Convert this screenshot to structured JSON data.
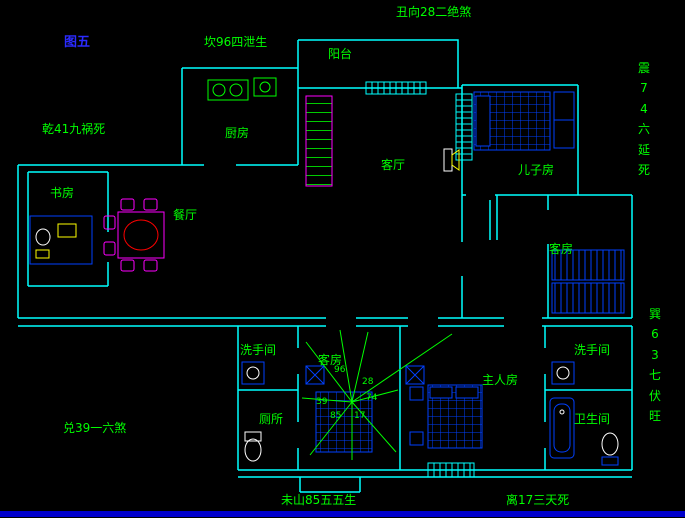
{
  "figure": {
    "label": "图五"
  },
  "fengshui": {
    "top_center": "丑向28二绝煞",
    "upper_left": "坎96四泄生",
    "left_upper": "乾41九祸死",
    "right_upper": "震74六延死",
    "right_lower": "巽63七伏旺",
    "left_lower": "兑39一六煞",
    "bottom_center": "未山85五五生",
    "bottom_right": "离17三天死"
  },
  "rooms": {
    "balcony": "阳台",
    "kitchen": "厨房",
    "living": "客厅",
    "son": "儿子房",
    "dining": "餐厅",
    "study": "书房",
    "guest_right": "客房",
    "guest_center": "客房",
    "wash_left": "洗手间",
    "wash_right": "洗手间",
    "toilet": "厕所",
    "master": "主人房",
    "bath": "卫生间"
  },
  "compass": {
    "n": "96",
    "ne": "28",
    "e": "74",
    "w": "39",
    "sw": "85",
    "se": "17"
  },
  "colors": {
    "background": "#000000",
    "wall": "#00ffff",
    "text_green": "#00ff00",
    "figure_blue": "#2b2bff",
    "furniture_blue": "#0040ff",
    "furniture_magenta": "#ff00ff",
    "table_red": "#ff0000",
    "accent_yellow": "#ffff00",
    "fixture_white": "#ffffff",
    "bottom_bar": "#0000cc"
  }
}
